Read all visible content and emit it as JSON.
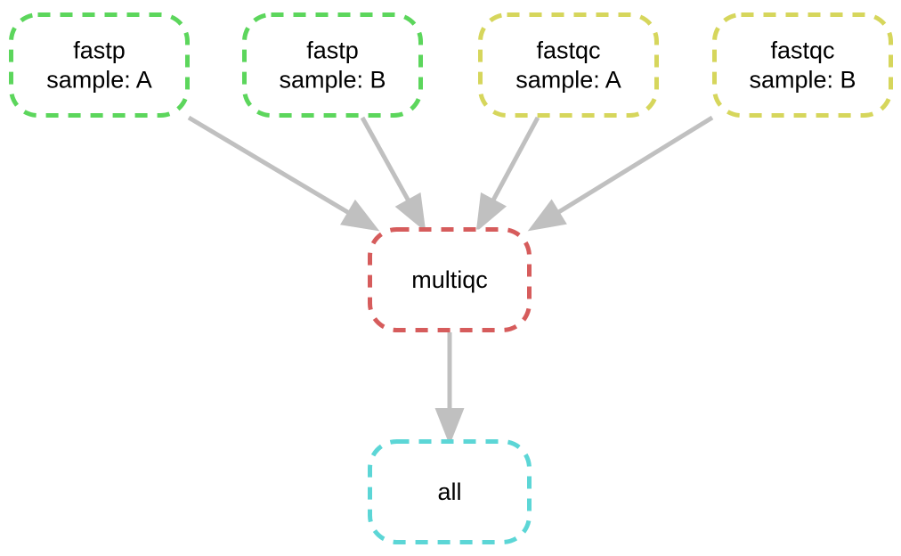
{
  "graph": {
    "nodes": [
      {
        "id": "fastp_A",
        "lines": [
          "fastp",
          "sample: A"
        ],
        "color": "#5cd65c"
      },
      {
        "id": "fastp_B",
        "lines": [
          "fastp",
          "sample: B"
        ],
        "color": "#5cd65c"
      },
      {
        "id": "fastqc_A",
        "lines": [
          "fastqc",
          "sample: A"
        ],
        "color": "#d6d65c"
      },
      {
        "id": "fastqc_B",
        "lines": [
          "fastqc",
          "sample: B"
        ],
        "color": "#d6d65c"
      },
      {
        "id": "multiqc",
        "lines": [
          "multiqc"
        ],
        "color": "#d65c5c"
      },
      {
        "id": "all",
        "lines": [
          "all"
        ],
        "color": "#5cd6d6"
      }
    ],
    "edges": [
      {
        "from": "fastp_A",
        "to": "multiqc"
      },
      {
        "from": "fastp_B",
        "to": "multiqc"
      },
      {
        "from": "fastqc_A",
        "to": "multiqc"
      },
      {
        "from": "fastqc_B",
        "to": "multiqc"
      },
      {
        "from": "multiqc",
        "to": "all"
      }
    ],
    "edge_color": "#c0c0c0"
  }
}
